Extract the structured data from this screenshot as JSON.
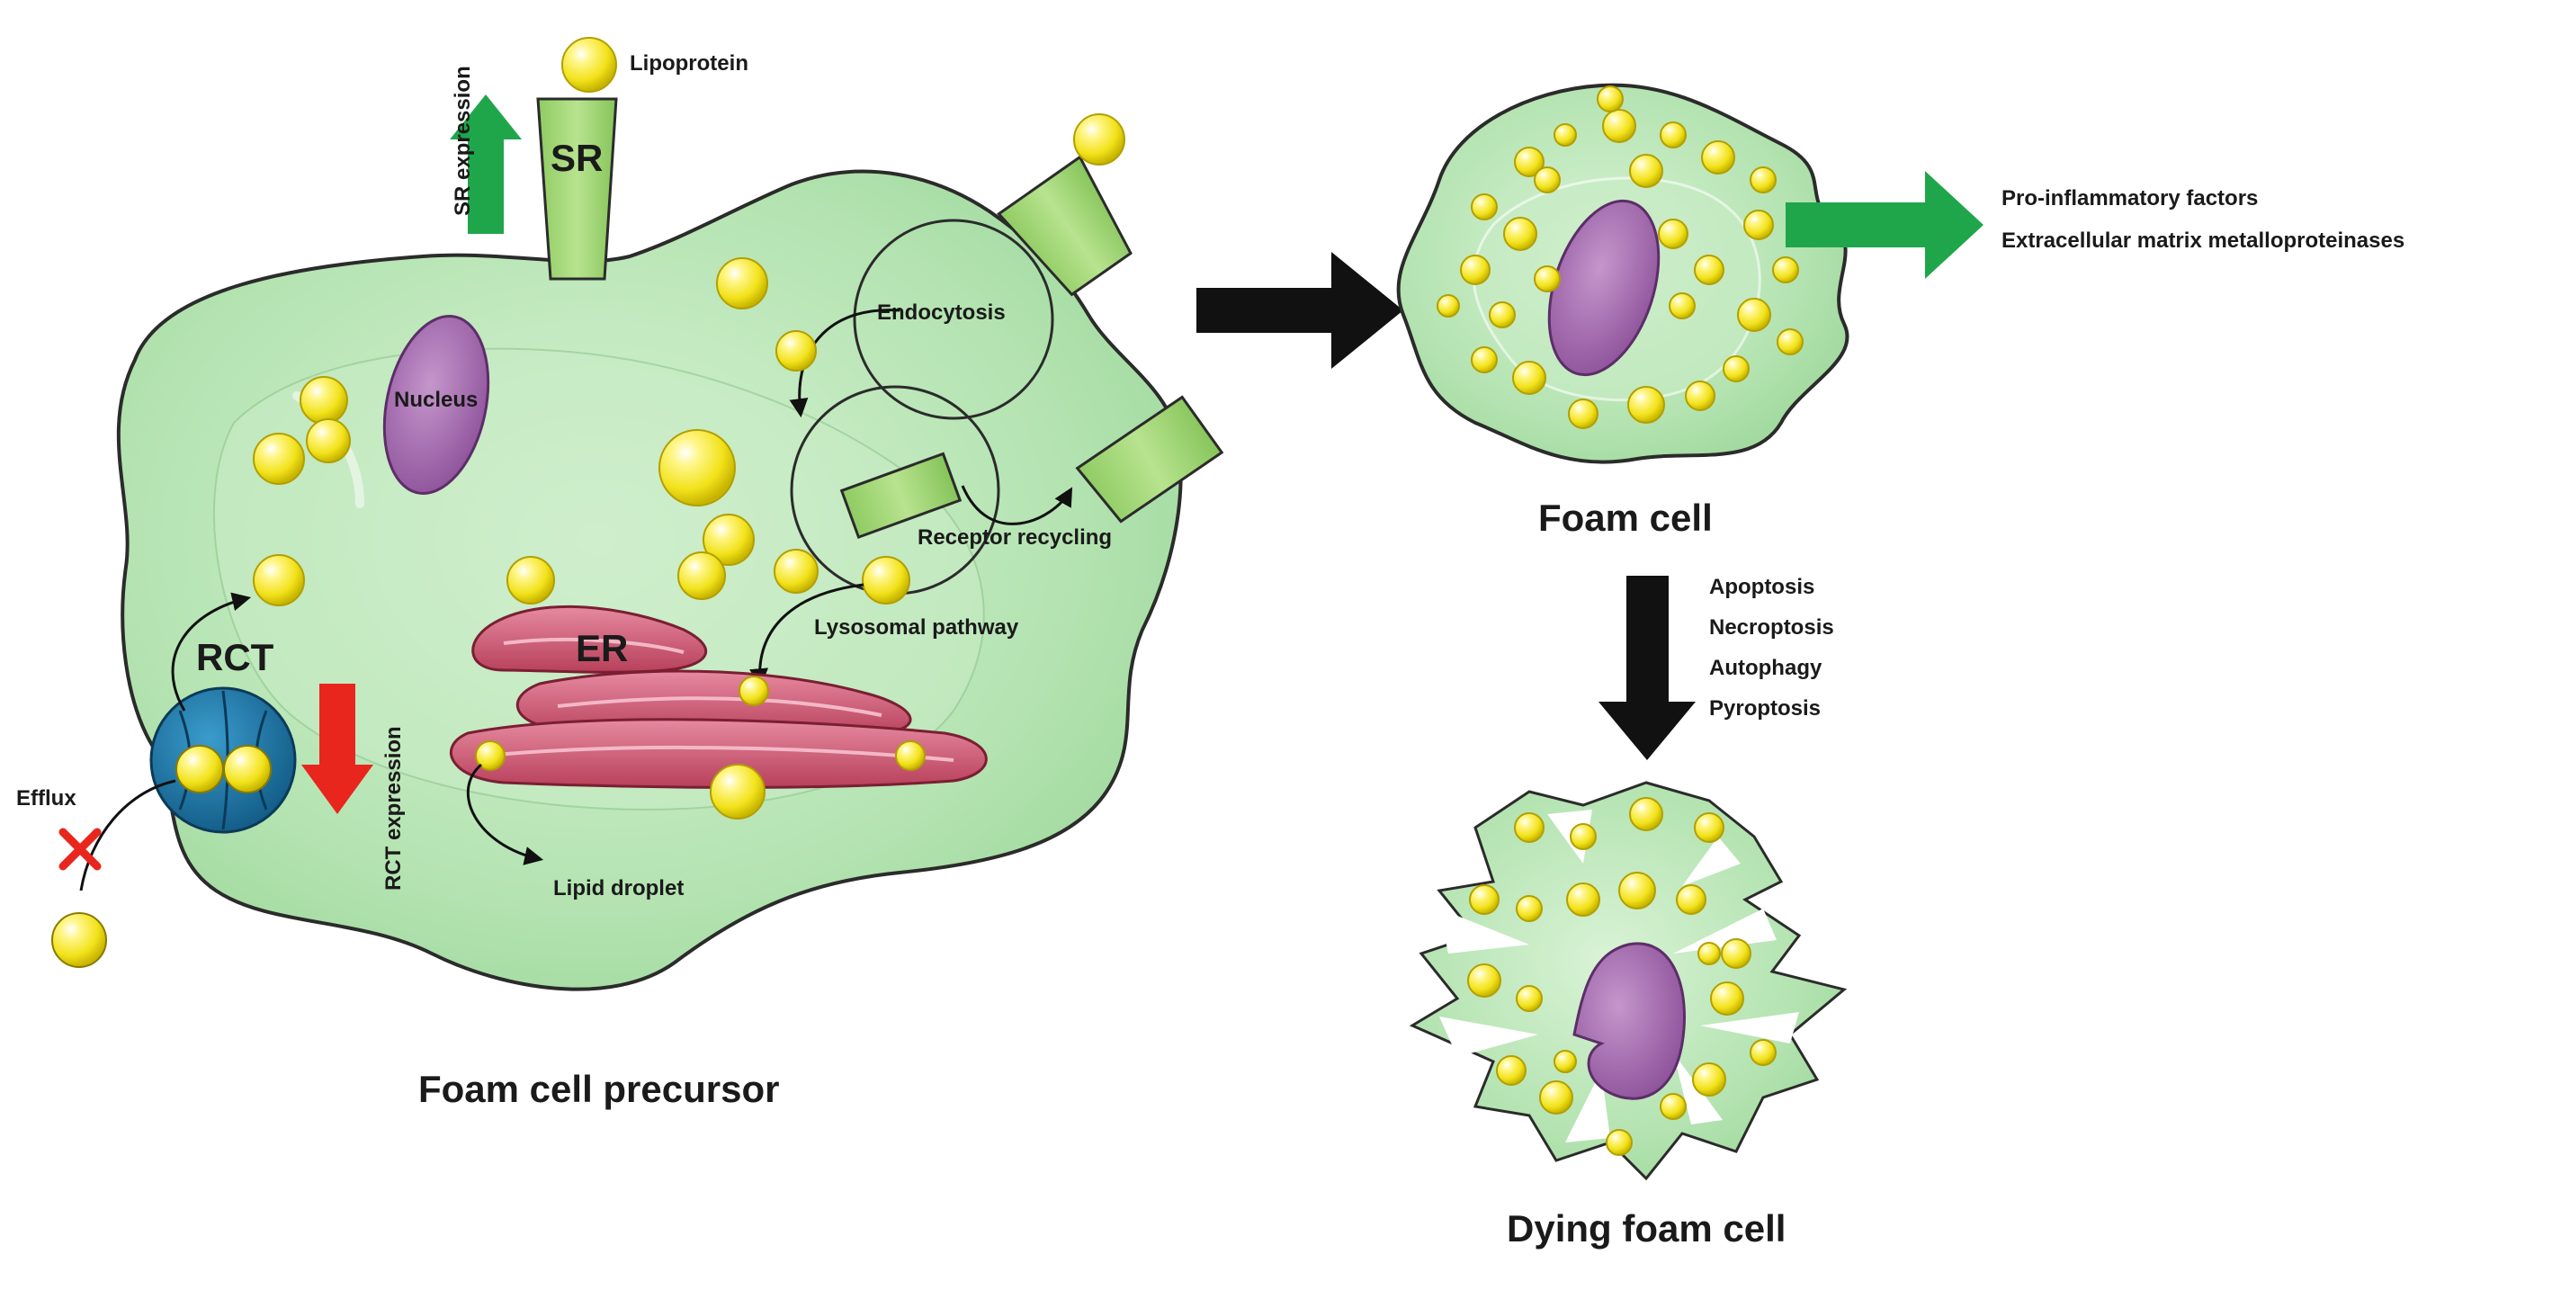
{
  "labels": {
    "lipoprotein": "Lipoprotein",
    "sr": "SR",
    "sr_expression": "SR expression",
    "nucleus": "Nucleus",
    "endocytosis": "Endocytosis",
    "receptor_recycling": "Receptor recycling",
    "lysosomal_pathway": "Lysosomal pathway",
    "er": "ER",
    "rct": "RCT",
    "rct_expression": "RCT expression",
    "efflux": "Efflux",
    "lipid_droplet": "Lipid droplet",
    "foam_cell_precursor": "Foam cell precursor",
    "foam_cell": "Foam cell",
    "pro_inflammatory": "Pro-inflammatory factors",
    "mmp": "Extracellular matrix metalloproteinases",
    "death_modes": [
      "Apoptosis",
      "Necroptosis",
      "Autophagy",
      "Pyroptosis"
    ],
    "dying_foam_cell": "Dying foam cell"
  },
  "colors": {
    "cell_fill": "#b9e6b6",
    "cell_stroke": "#2b2b2b",
    "nucleus": "#a973b3",
    "er": "#d46479",
    "lipid": "#f5e81a",
    "rct": "#1e6f9c",
    "up_arrow": "#1fa64b",
    "down_arrow": "#e8261d",
    "receptor": "#9ed474"
  }
}
